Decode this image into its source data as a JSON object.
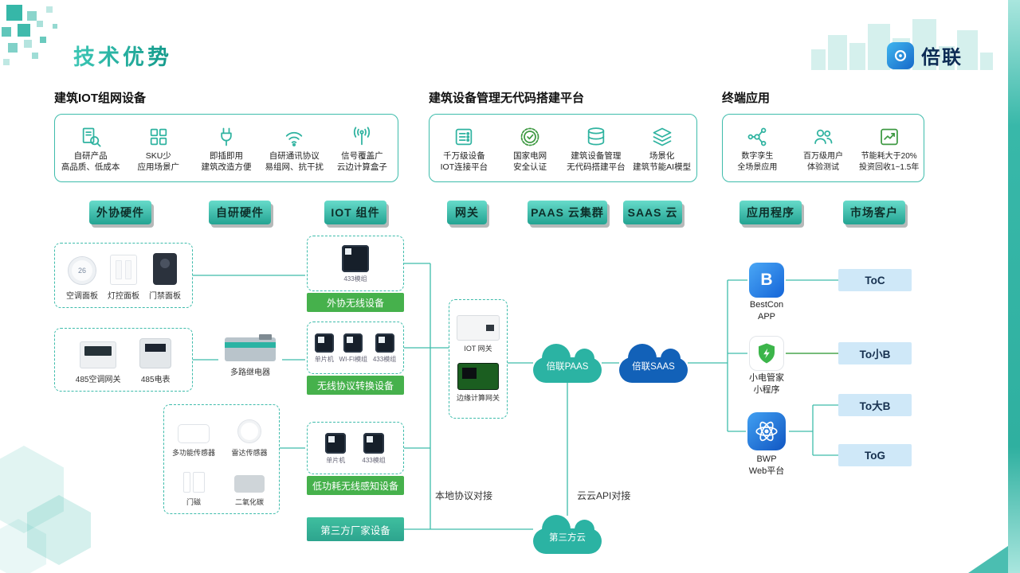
{
  "page": {
    "title": "技术优势",
    "brand": "倍联"
  },
  "sections": [
    {
      "heading": "建筑IOT组网设备",
      "features": [
        {
          "icon": "product-search-icon",
          "line1": "自研产品",
          "line2": "高品质、低成本"
        },
        {
          "icon": "sku-grid-icon",
          "line1": "SKU少",
          "line2": "应用场景广"
        },
        {
          "icon": "plug-play-icon",
          "line1": "即插即用",
          "line2": "建筑改造方便"
        },
        {
          "icon": "protocol-wifi-icon",
          "line1": "自研通讯协议",
          "line2": "易组网、抗干扰"
        },
        {
          "icon": "signal-coverage-icon",
          "line1": "信号覆盖广",
          "line2": "云边计算盒子"
        }
      ]
    },
    {
      "heading": "建筑设备管理无代码搭建平台",
      "features": [
        {
          "icon": "iot-platform-icon",
          "line1": "千万级设备",
          "line2": "IOT连接平台"
        },
        {
          "icon": "cert-badge-icon",
          "line1": "国家电网",
          "line2": "安全认证"
        },
        {
          "icon": "database-icon",
          "line1": "建筑设备管理",
          "line2": "无代码搭建平台"
        },
        {
          "icon": "layers-icon",
          "line1": "场景化",
          "line2": "建筑节能AI模型"
        }
      ]
    },
    {
      "heading": "终端应用",
      "features": [
        {
          "icon": "digital-twin-icon",
          "line1": "数字孪生",
          "line2": "全场景应用"
        },
        {
          "icon": "users-icon",
          "line1": "百万级用户",
          "line2": "体验测试"
        },
        {
          "icon": "savings-chart-icon",
          "line1": "节能耗大于20%",
          "line2": "投资回收1~1.5年"
        }
      ]
    }
  ],
  "pills": [
    {
      "label": "外协硬件"
    },
    {
      "label": "自研硬件"
    },
    {
      "label": "IOT 组件"
    },
    {
      "label": "网关"
    },
    {
      "label": "PAAS 云集群"
    },
    {
      "label": "SAAS 云"
    },
    {
      "label": "应用程序"
    },
    {
      "label": "市场客户"
    }
  ],
  "devices": {
    "panels": [
      {
        "label": "空调面板"
      },
      {
        "label": "灯控面板"
      },
      {
        "label": "门禁面板"
      }
    ],
    "meters": [
      {
        "label": "485空调网关"
      },
      {
        "label": "485电表"
      }
    ],
    "relay": {
      "label": "多路继电器"
    },
    "sensors": [
      {
        "label": "多功能传感器"
      },
      {
        "label": "雷达传感器"
      },
      {
        "label": "门磁"
      },
      {
        "label": "二氧化碳"
      }
    ]
  },
  "modules": {
    "box1": {
      "chips": [
        {
          "label": "433模组"
        }
      ],
      "tag": "外协无线设备"
    },
    "box2": {
      "chips": [
        {
          "label": "单片机"
        },
        {
          "label": "WI-FI模组"
        },
        {
          "label": "433模组"
        }
      ],
      "tag": "无线协议转换设备"
    },
    "box3": {
      "chips": [
        {
          "label": "单片机"
        },
        {
          "label": "433模组"
        }
      ],
      "tag": "低功耗无线感知设备"
    },
    "third_party": "第三方厂家设备"
  },
  "gateway": {
    "items": [
      {
        "label": "IOT 网关"
      },
      {
        "label": "边缘计算网关"
      }
    ]
  },
  "clouds": {
    "paas": "倍联PAAS",
    "saas": "倍联SAAS",
    "third": "第三方云"
  },
  "link_labels": {
    "local": "本地协议对接",
    "cloud_api": "云云API对接"
  },
  "apps": [
    {
      "icon": "bestcon-app-icon",
      "badge": "B",
      "line1": "BestCon",
      "line2": "APP"
    },
    {
      "icon": "mini-program-icon",
      "line1": "小电管家",
      "line2": "小程序"
    },
    {
      "icon": "bwp-web-icon",
      "line1": "BWP",
      "line2": "Web平台"
    }
  ],
  "markets": [
    {
      "label": "ToC"
    },
    {
      "label": "To小B"
    },
    {
      "label": "To大B"
    },
    {
      "label": "ToG"
    }
  ],
  "colors": {
    "accent_teal": "#2bb3a3",
    "accent_green": "#46b14c",
    "cloud_blue": "#1261b8",
    "market_bg": "#cfe8f8"
  }
}
